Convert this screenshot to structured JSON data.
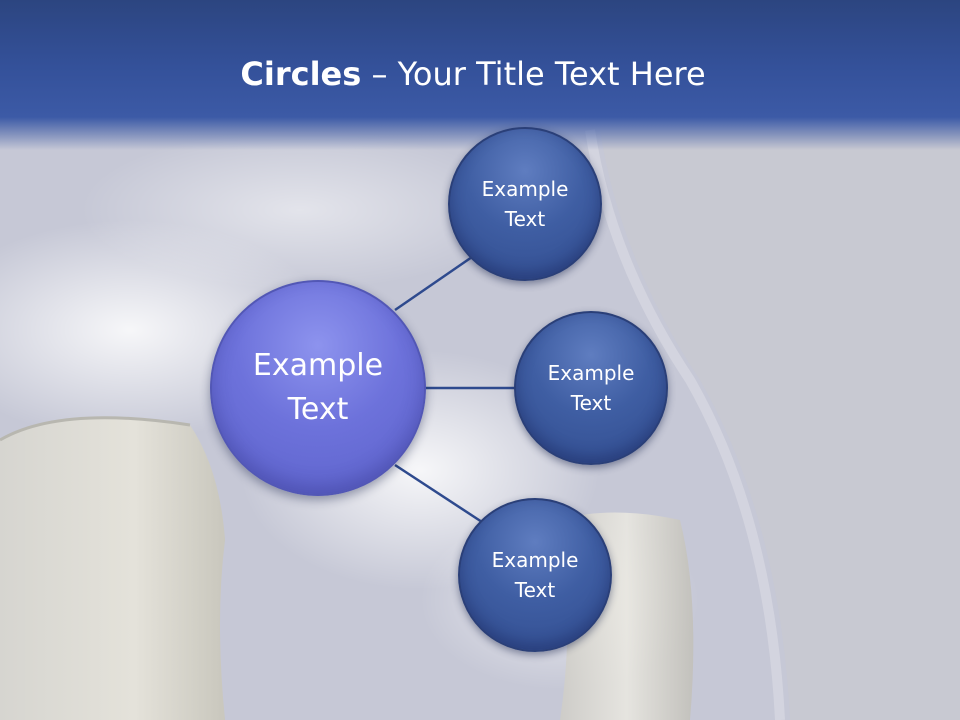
{
  "slide": {
    "title_bold": "Circles",
    "title_rest": " – Your Title Text Here"
  },
  "diagram": {
    "center": {
      "label": "Example\nText"
    },
    "nodes": [
      {
        "label": "Example\nText"
      },
      {
        "label": "Example\nText"
      },
      {
        "label": "Example\nText"
      }
    ]
  },
  "colors": {
    "header_band": "#34519a",
    "center_circle": "#6d72db",
    "satellite_circle": "#3f5ea3",
    "connector": "#2e4a8e"
  }
}
